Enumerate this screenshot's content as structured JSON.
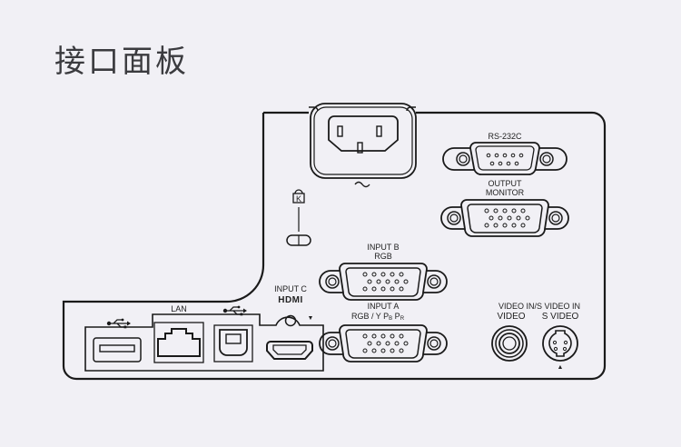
{
  "title": "接口面板",
  "colors": {
    "background": "#f1f0f5",
    "stroke": "#1a1a1a",
    "title": "#3b3b3f"
  },
  "ports": {
    "power": {
      "label": "~",
      "icon": "ac-inlet-icon"
    },
    "security_slot": {
      "label": "K",
      "icon": "kensington-lock-icon"
    },
    "rs232c": {
      "label": "RS-232C",
      "icon": "db9-connector-icon"
    },
    "output_monitor": {
      "label_line1": "OUTPUT",
      "label_line2": "MONITOR",
      "icon": "vga-connector-icon"
    },
    "input_b": {
      "label_line1": "INPUT B",
      "label_line2": "RGB",
      "icon": "vga-connector-icon"
    },
    "input_a": {
      "label_line1": "INPUT A",
      "label_line2": "RGB / Y P",
      "sub_b": "B",
      "sub_r": "R",
      "icon": "vga-connector-icon"
    },
    "usb_a": {
      "label": "usb-symbol",
      "icon": "usb-a-port-icon"
    },
    "lan": {
      "label": "LAN",
      "icon": "rj45-port-icon"
    },
    "usb_b": {
      "label": "usb-symbol",
      "icon": "usb-b-port-icon"
    },
    "input_c": {
      "label_line1": "INPUT C",
      "label_line2": "HDMI",
      "icon": "hdmi-port-icon",
      "marker": "▼"
    },
    "video": {
      "label_line1": "VIDEO IN/S VIDEO IN",
      "label_video": "VIDEO",
      "label_svideo": "S VIDEO",
      "icon": "rca-jack-icon"
    },
    "svideo": {
      "marker": "▲",
      "icon": "mini-din-icon"
    }
  }
}
